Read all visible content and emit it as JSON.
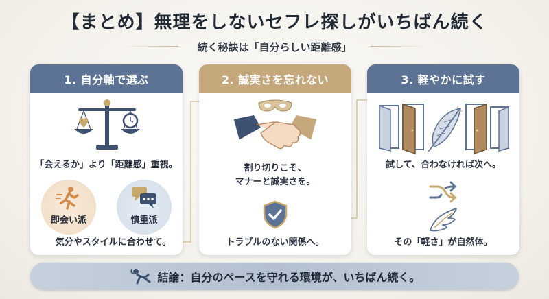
{
  "header": {
    "title": "【まとめ】無理をしないセフレ探しがいちばん続く",
    "subtitle": "続く秘訣は「自分らしい距離感」"
  },
  "cards": [
    {
      "title": "1. 自分軸で選ぶ",
      "caption": "「会えるか」より「距離感」重視。",
      "option_a": "即会い派",
      "option_b": "慎重派",
      "footer": "気分やスタイルに合わせて。"
    },
    {
      "title": "2. 誠実さを忘れない",
      "caption_line1": "割り切りこそ、",
      "caption_line2": "マナーと誠実さを。",
      "footer": "トラブルのない関係へ。"
    },
    {
      "title": "3. 軽やかに試す",
      "caption": "試して、合わなければ次へ。",
      "footer": "その「軽さ」が自然体。"
    }
  ],
  "conclusion": {
    "text": "結論：自分のペースを守れる環境が、いちばん続く。"
  },
  "colors": {
    "navy_header": "#5d7396",
    "gold_header": "#c5a77c",
    "bar": "#b3c0cf"
  }
}
